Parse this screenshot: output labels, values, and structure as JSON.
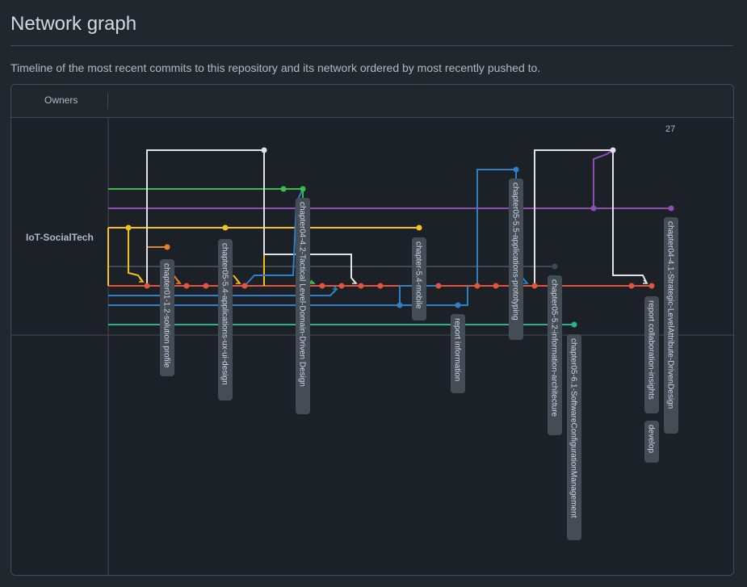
{
  "page": {
    "title": "Network graph",
    "description": "Timeline of the most recent commits to this repository and its network ordered by most recently pushed to."
  },
  "graph": {
    "owners_header": "Owners",
    "owner": "IoT-SocialTech",
    "day_label": "27",
    "colors": {
      "red": "#e5533d",
      "yellow": "#f2c21d",
      "orange": "#e8822a",
      "white": "#dfe3e8",
      "green": "#3fb950",
      "purple": "#8e4fb5",
      "blue": "#2f81c7",
      "teal": "#20b58f",
      "slate": "#3d4a5a",
      "label_bg": "#444c56",
      "label_text": "#cdd9e5",
      "grid": "#444c56"
    },
    "branches": [
      {
        "name": "chapter01-1.2-solution profile"
      },
      {
        "name": "chapter05-5.4-applications-ux-ui-design"
      },
      {
        "name": "chapter04-4.2-Tactical Level-Domain-Driven Design"
      },
      {
        "name": "chapter-5.4-mobile"
      },
      {
        "name": "report information"
      },
      {
        "name": "chapter05-5.5-applications-prototyping"
      },
      {
        "name": "chapter05-5.2-information-architecture"
      },
      {
        "name": "chapter05-6.1-SoftwareConfigurationManagement"
      },
      {
        "name": "report collaboration-insights"
      },
      {
        "name": "develop"
      },
      {
        "name": "chapter04-4.1-Strategic-LevelAttribute-DrivenDesign"
      }
    ]
  }
}
